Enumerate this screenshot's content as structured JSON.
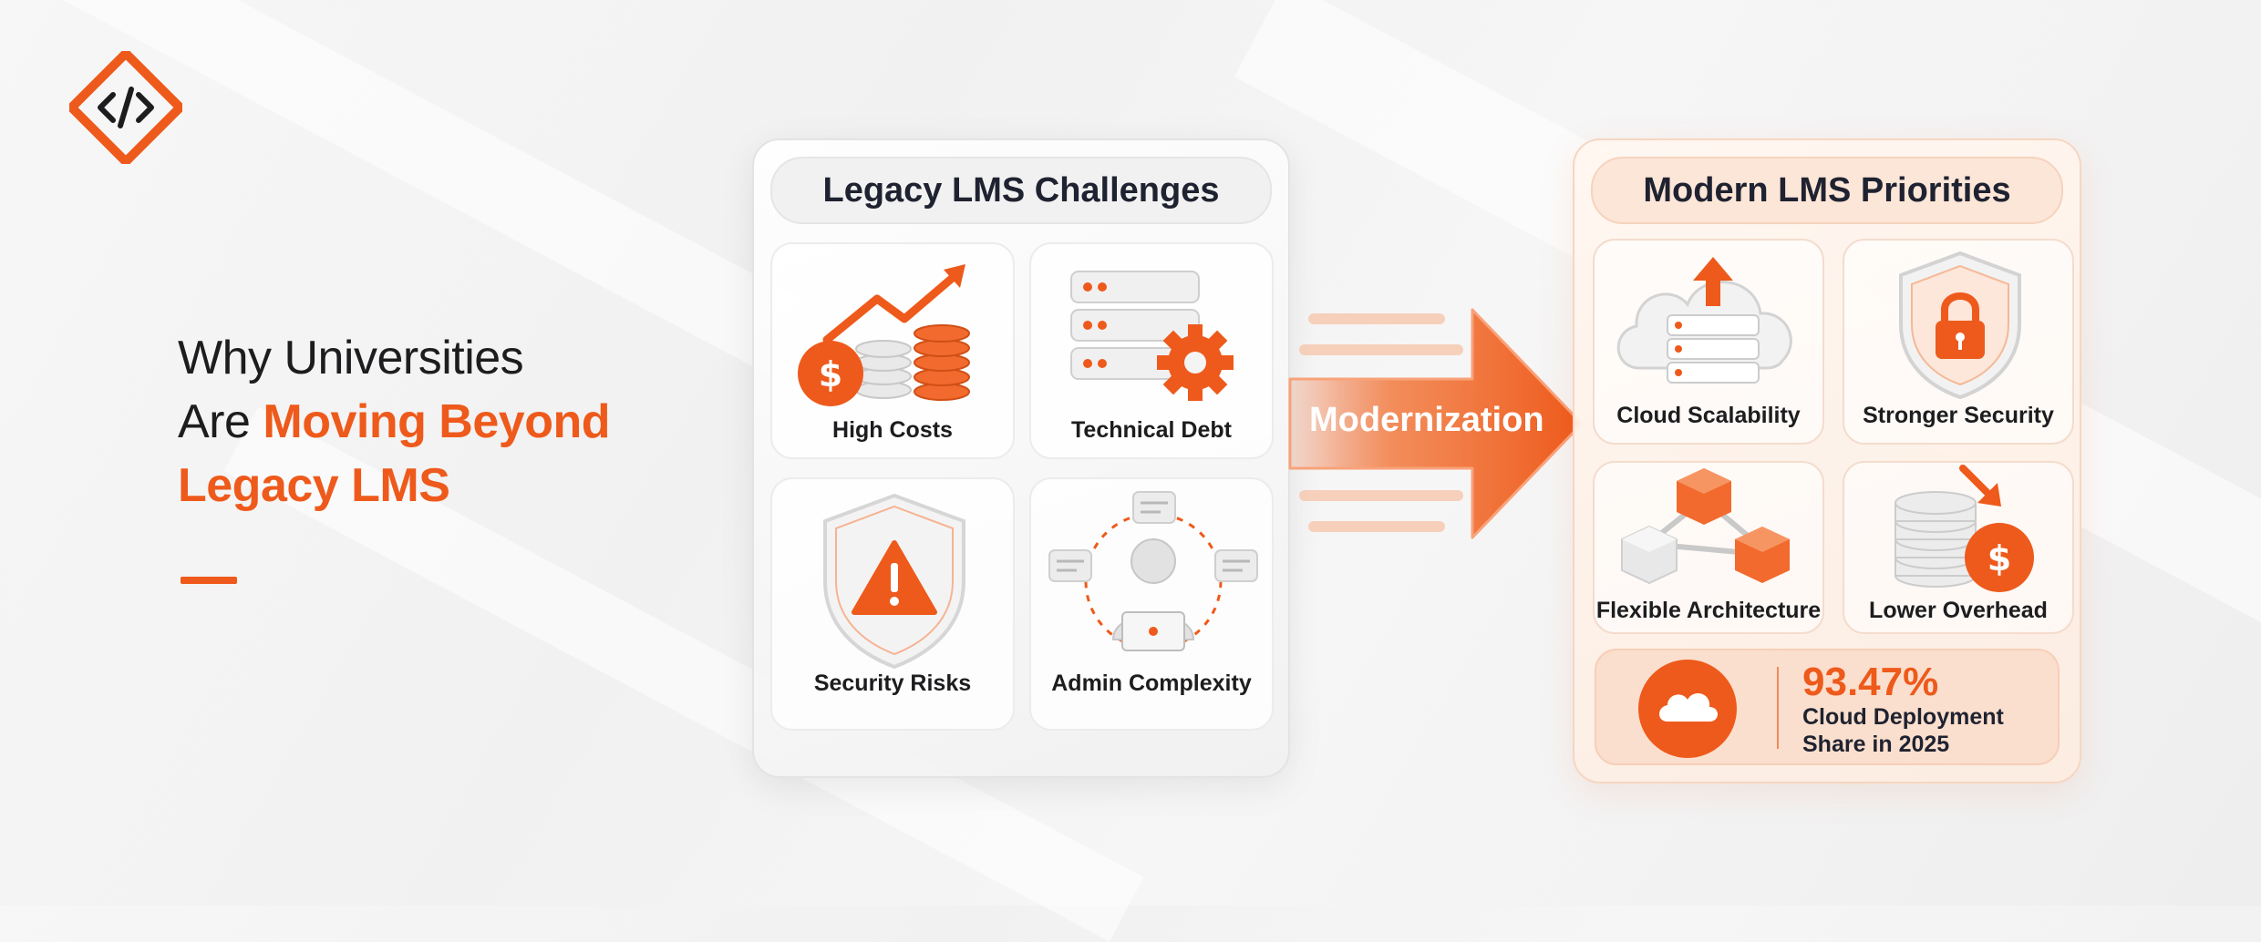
{
  "headline": {
    "line1": "Why Universities",
    "line2_prefix": "Are ",
    "line2_accent": "Moving Beyond",
    "line3_accent": "Legacy LMS"
  },
  "left_panel": {
    "title": "Legacy LMS Challenges",
    "items": [
      {
        "label": "High Costs",
        "icon": "rising-costs-coins-icon"
      },
      {
        "label": "Technical Debt",
        "icon": "server-gear-icon"
      },
      {
        "label": "Security Risks",
        "icon": "shield-warning-icon"
      },
      {
        "label": "Admin Complexity",
        "icon": "admin-workload-icon"
      }
    ]
  },
  "arrow": {
    "label": "Modernization"
  },
  "right_panel": {
    "title": "Modern LMS Priorities",
    "items": [
      {
        "label": "Cloud Scalability",
        "icon": "cloud-server-icon"
      },
      {
        "label": "Stronger Security",
        "icon": "shield-lock-icon"
      },
      {
        "label": "Flexible Architecture",
        "icon": "connected-cubes-icon"
      },
      {
        "label": "Lower Overhead",
        "icon": "database-dollar-down-icon"
      }
    ],
    "stat": {
      "value": "93.47%",
      "caption_line1": "Cloud Deployment",
      "caption_line2": "Share in 2025"
    }
  },
  "colors": {
    "accent": "#ee5a1b",
    "text": "#1d1d1f",
    "panel_border": "#e3e3e3",
    "tint": "#fce6d8"
  }
}
